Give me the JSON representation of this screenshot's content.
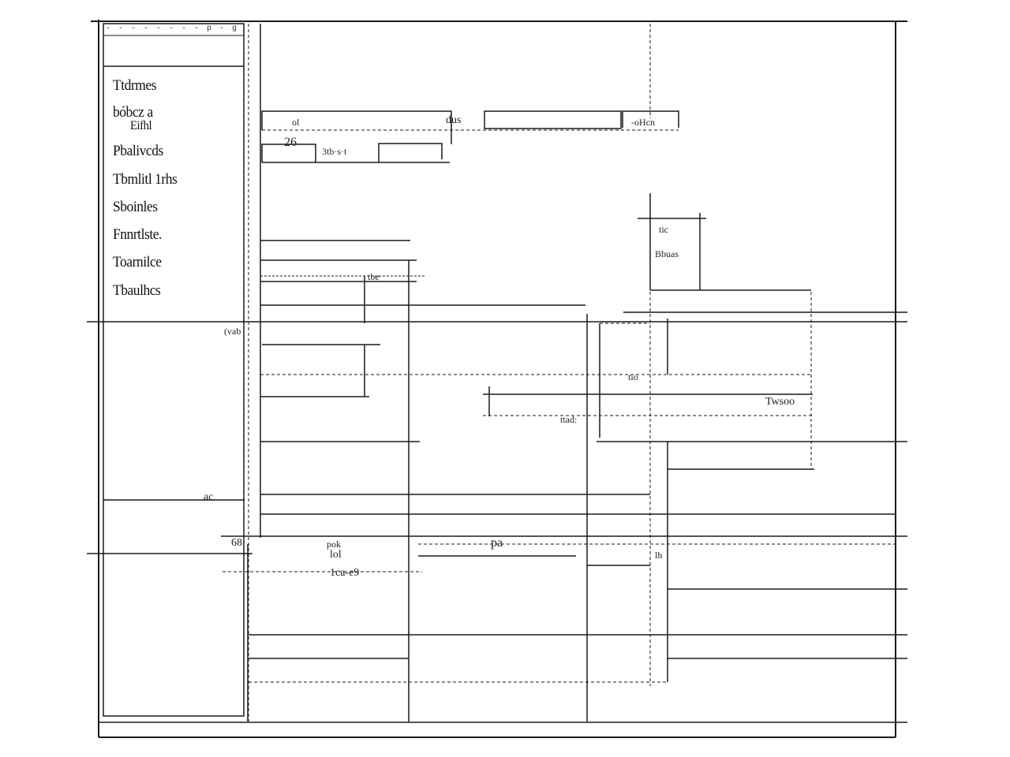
{
  "ruler_text": "- - - - - - - - p - g -",
  "sidebar": {
    "items": [
      {
        "label": "Ttdrmes"
      },
      {
        "label": "bóbcz a"
      },
      {
        "label": "Eifhl"
      },
      {
        "label": "Pbalivcds"
      },
      {
        "label": "Tbmlitl 1rhs"
      },
      {
        "label": "Sboinles"
      },
      {
        "label": "Fnnrtlste."
      },
      {
        "label": "Toarnilce"
      },
      {
        "label": "Tbaulhcs"
      }
    ]
  },
  "labels": {
    "l_ol": "ol",
    "l_dus": "dus",
    "l_ohc": "-oHcn",
    "l_26": "26",
    "l_3tb": "3tb·s·t",
    "l_tic": "tic",
    "l_bbuas": "Bbuas",
    "l_tbe": "tbe",
    "l_vab": "(vab",
    "l_tio": "tio",
    "l_twso": "Twsoo",
    "l_tad": "ttad:",
    "l_ac": "ac",
    "l_68": "68",
    "l_pok": "pok",
    "l_lol": "lol",
    "l_1ca": "1ca-e9",
    "l_pa": "pa",
    "l_lh": "lh"
  }
}
